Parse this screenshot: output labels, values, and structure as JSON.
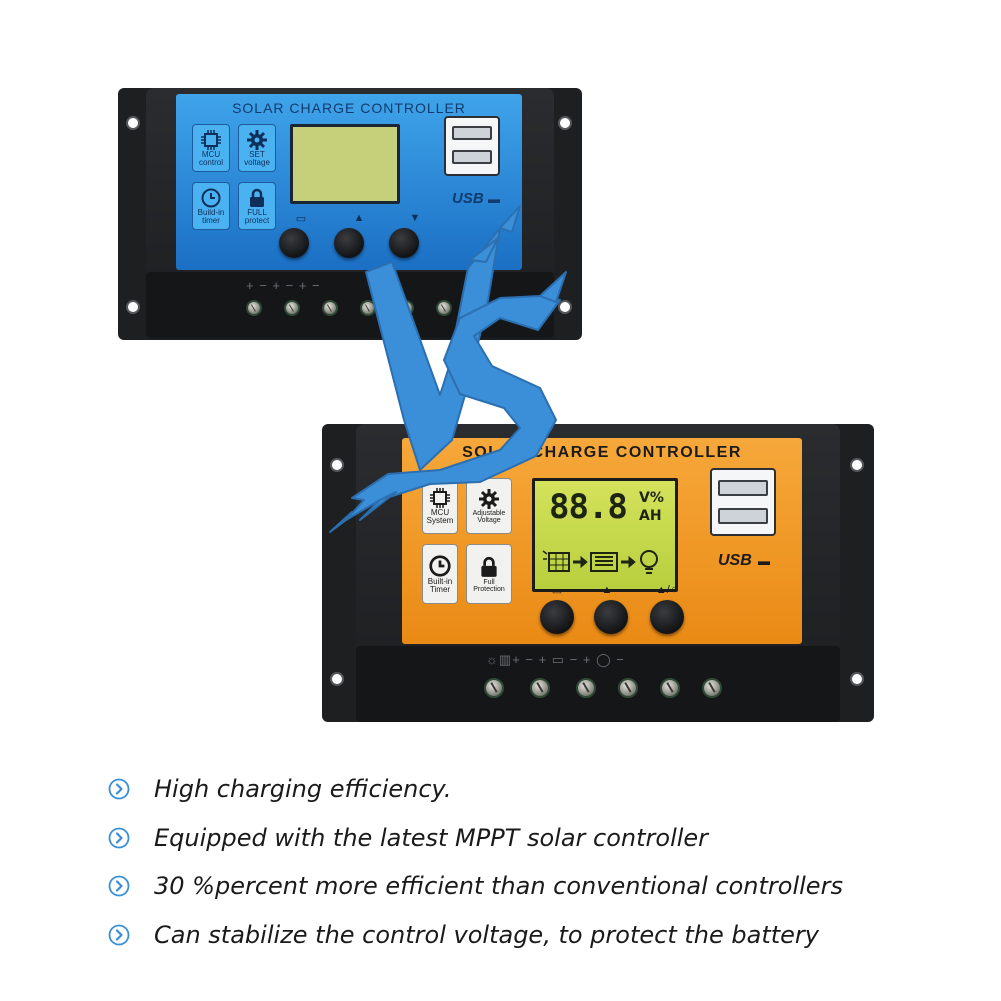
{
  "controllers": {
    "blue": {
      "title": "SOLAR CHARGE CONTROLLER",
      "tiles": [
        "MCU control",
        "SET voltage",
        "Build-in timer",
        "FULL protect"
      ],
      "usb_label": "USB",
      "accent": "#2f8fdf"
    },
    "orange": {
      "title": "SOLAR CHARGE CONTROLLER",
      "tiles": [
        "MCU System",
        "Adjustable Voltage",
        "Built-in Timer",
        "Full Protection"
      ],
      "lcd_digits": "88.8",
      "lcd_unit_top": "V%",
      "lcd_unit_bottom": "AH",
      "usb_label": "USB",
      "accent": "#f09a25"
    }
  },
  "vs_mark": {
    "text": "VS",
    "color": "#3a8fd8"
  },
  "features": [
    "High charging efficiency.",
    "Equipped with the latest MPPT solar controller",
    "30 %percent more efficient than conventional controllers",
    "Can stabilize the control voltage, to protect the battery"
  ],
  "bullet_icon": "chevron-circle-right-icon",
  "bullet_color": "#3a8fd8"
}
